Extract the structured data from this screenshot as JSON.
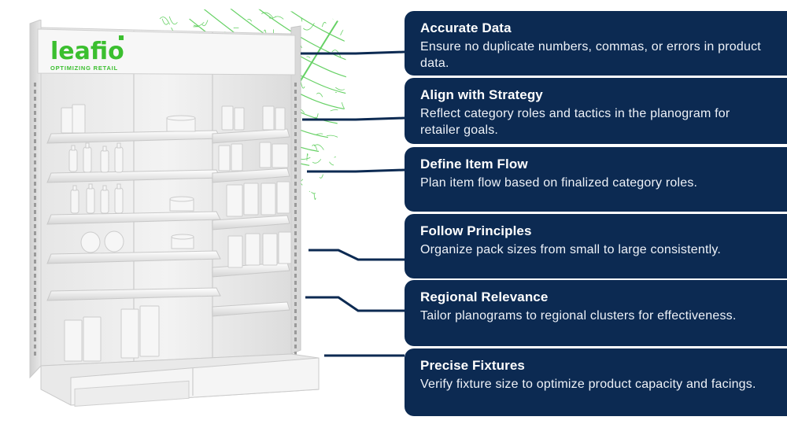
{
  "brand": {
    "logo_text": "leafio",
    "tagline": "OPTIMIZING RETAIL",
    "accent_color": "#3bbf2f"
  },
  "theme": {
    "card_color": "#0c2a52",
    "leaf_color": "#4cc94a"
  },
  "cards": [
    {
      "title": "Accurate Data",
      "description": "Ensure no duplicate numbers, commas, or errors in product data."
    },
    {
      "title": "Align with Strategy",
      "description": "Reflect category roles and tactics in the planogram for retailer goals."
    },
    {
      "title": "Define Item Flow",
      "description": "Plan item flow based on finalized category roles."
    },
    {
      "title": "Follow Principles",
      "description": "Organize pack sizes from small to large consistently."
    },
    {
      "title": "Regional Relevance",
      "description": "Tailor planograms to regional clusters for effectiveness."
    },
    {
      "title": "Precise Fixtures",
      "description": "Verify fixture size to optimize product capacity and facings."
    }
  ]
}
